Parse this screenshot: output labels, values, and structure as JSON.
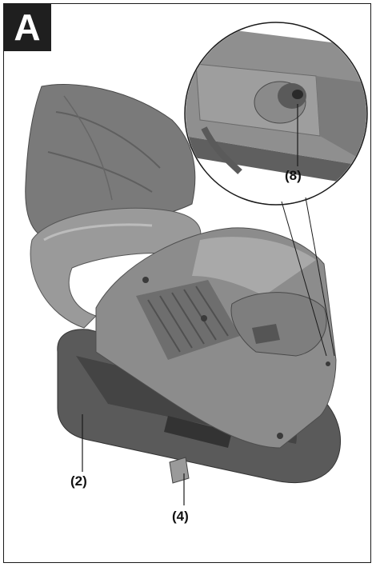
{
  "figure": {
    "badge_letter": "A",
    "callouts": [
      {
        "id": "belt",
        "label": "(2)"
      },
      {
        "id": "lever",
        "label": "(4)"
      },
      {
        "id": "knob",
        "label": "(8)"
      }
    ],
    "colors": {
      "body": "#8c8c8c",
      "body_dark": "#6e6e6e",
      "body_light": "#a9a9a9",
      "bag": "#7a7a7a",
      "belt": "#5a5a5a",
      "line": "#1a1a1a"
    }
  }
}
